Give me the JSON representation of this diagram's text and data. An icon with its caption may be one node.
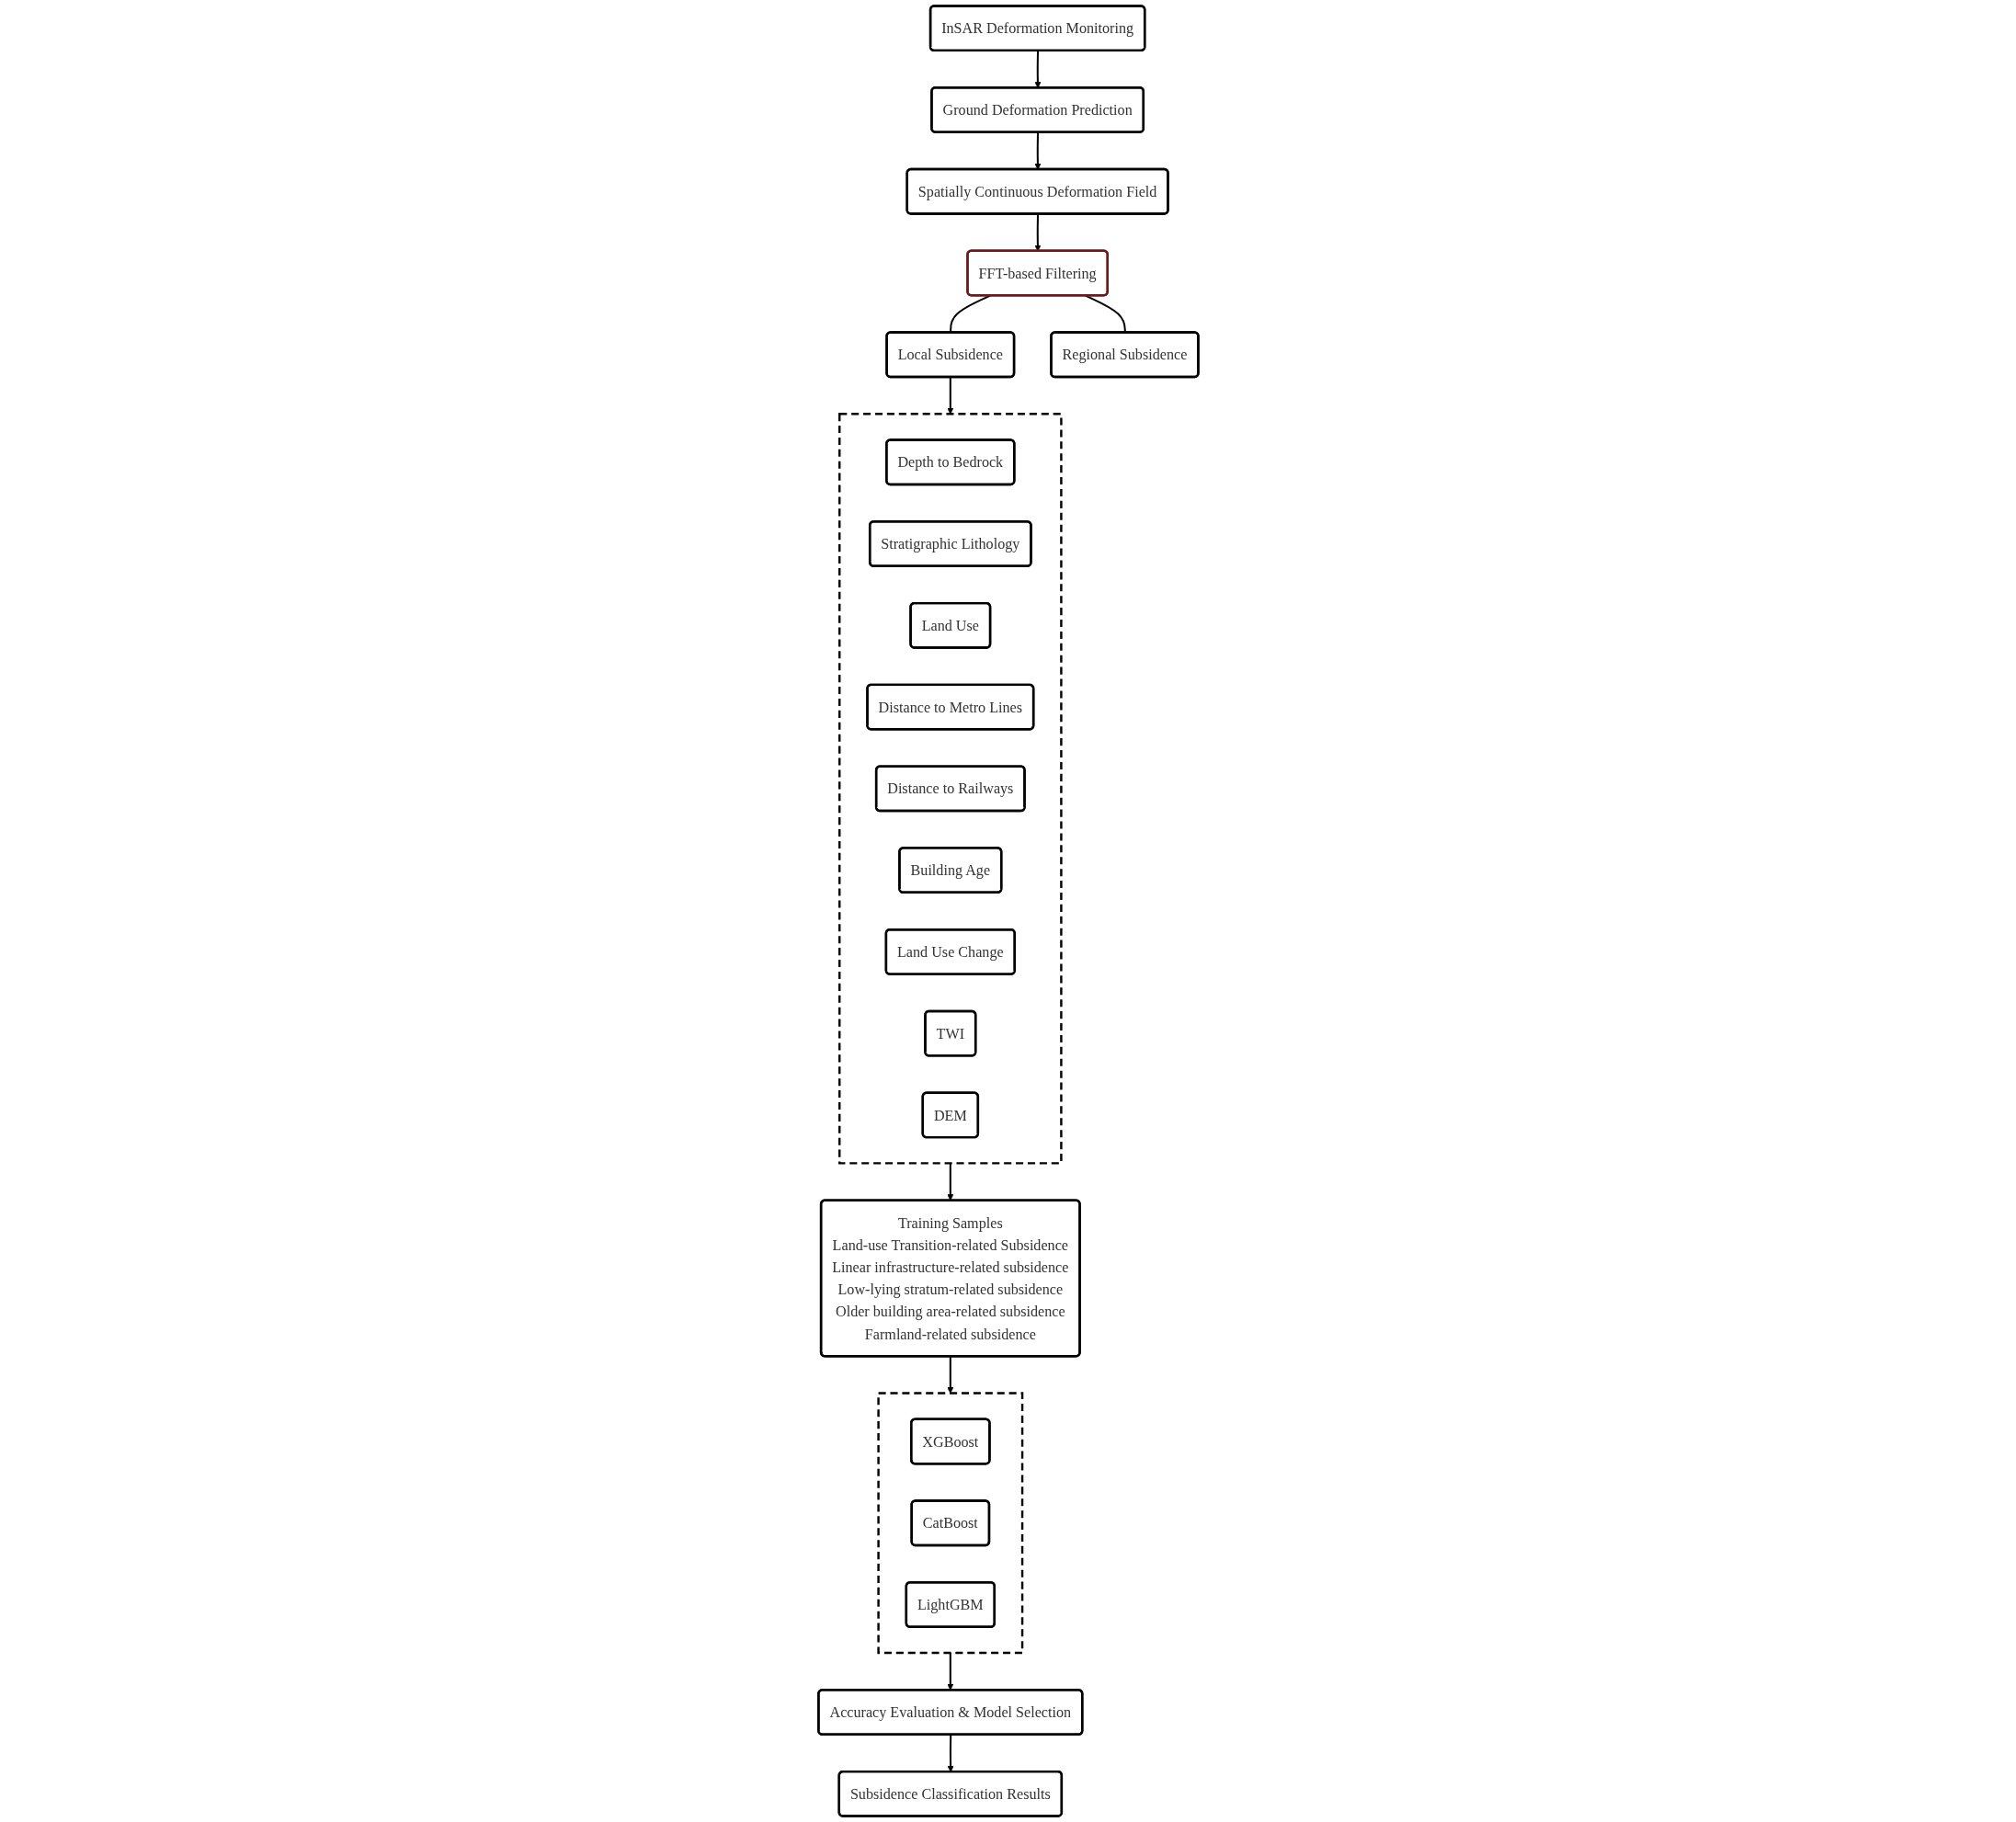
{
  "diagram": {
    "nodes": [
      {
        "text": [
          "InSAR Deformation Monitoring"
        ]
      },
      {
        "text": [
          "Ground Deformation Prediction"
        ]
      },
      {
        "text": [
          "Spatially Continuous Deformation Field"
        ]
      },
      {
        "text": [
          "FFT-based Filtering"
        ]
      },
      {
        "text": [
          "Local Subsidence"
        ]
      },
      {
        "text": [
          "Regional Subsidence"
        ]
      },
      {
        "text": [],
        "shape": "box"
      },
      {
        "text": [
          "Depth to Bedrock"
        ],
        "in": 6
      },
      {
        "text": [
          "Stratigraphic Lithology"
        ],
        "in": 6
      },
      {
        "text": [
          "Land Use"
        ],
        "in": 6
      },
      {
        "text": [
          "Distance to Metro Lines"
        ],
        "in": 6
      },
      {
        "text": [
          "Distance to Railways"
        ],
        "in": 6
      },
      {
        "text": [
          "Building Age"
        ],
        "in": 6
      },
      {
        "text": [
          "Land Use Change"
        ],
        "in": 6
      },
      {
        "text": [
          "TWI"
        ],
        "in": 6
      },
      {
        "text": [
          "DEM"
        ],
        "in": 6
      },
      {
        "text": [
          "Training Samples",
          "Land-use Transition-related Subsidence",
          "Linear infrastructure-related subsidence",
          "Low-lying stratum-related subsidence",
          "Older building area-related subsidence",
          "Farmland-related subsidence"
        ]
      },
      {
        "text": [],
        "shape": "box"
      },
      {
        "text": [
          "XGBoost"
        ],
        "in": 17
      },
      {
        "text": [
          "CatBoost"
        ],
        "in": 17
      },
      {
        "text": [
          "LightGBM"
        ],
        "in": 17
      },
      {
        "text": [
          "Accuracy Evaluation & Model Selection"
        ]
      },
      {
        "text": [
          "Subsidence Classification Results"
        ]
      }
    ],
    "edges": [
      {
        "from": 0,
        "to": 1,
        "arrow": "to"
      },
      {
        "from": 1,
        "to": 2,
        "arrow": "to"
      },
      {
        "from": 2,
        "to": 3,
        "arrow": "to"
      },
      {
        "from": 3,
        "to": 4,
        "arrow": "none"
      },
      {
        "from": 3,
        "to": 5,
        "arrow": "none"
      },
      {
        "from": 4,
        "to": 6,
        "arrow": "to"
      },
      {
        "from": 6,
        "to": 16,
        "arrow": "to"
      },
      {
        "from": 16,
        "to": 17,
        "arrow": "to"
      },
      {
        "from": 17,
        "to": 21,
        "arrow": "to"
      },
      {
        "from": 21,
        "to": 22,
        "arrow": "to"
      }
    ]
  }
}
